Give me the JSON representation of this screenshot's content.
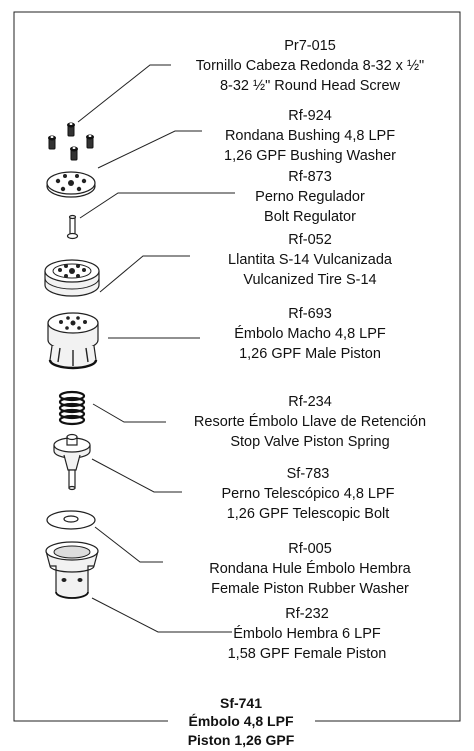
{
  "parts": [
    {
      "code": "Pr7-015",
      "es": "Tornillo Cabeza Redonda 8-32 x ½\"",
      "en": "8-32 ½\" Round Head Screw",
      "icon": "round-head-screw-icon"
    },
    {
      "code": "Rf-924",
      "es": "Rondana Bushing 4,8 LPF",
      "en": "1,26 GPF Bushing Washer",
      "icon": "bushing-washer-icon"
    },
    {
      "code": "Rf-873",
      "es": "Perno Regulador",
      "en": "Bolt Regulator",
      "icon": "bolt-regulator-icon"
    },
    {
      "code": "Rf-052",
      "es": "Llantita S-14 Vulcanizada",
      "en": "Vulcanized Tire S-14",
      "icon": "vulcanized-tire-icon"
    },
    {
      "code": "Rf-693",
      "es": "Émbolo Macho 4,8 LPF",
      "en": "1,26 GPF Male Piston",
      "icon": "male-piston-icon"
    },
    {
      "code": "Rf-234",
      "es": "Resorte Émbolo Llave de Retención",
      "en": "Stop Valve Piston Spring",
      "icon": "piston-spring-icon"
    },
    {
      "code": "Sf-783",
      "es": "Perno Telescópico 4,8 LPF",
      "en": "1,26 GPF Telescopic Bolt",
      "icon": "telescopic-bolt-icon"
    },
    {
      "code": "Rf-005",
      "es": "Rondana Hule Émbolo Hembra",
      "en": "Female Piston Rubber Washer",
      "icon": "rubber-washer-icon"
    },
    {
      "code": "Rf-232",
      "es": "Émbolo Hembra 6 LPF",
      "en": "1,58 GPF Female Piston",
      "icon": "female-piston-icon"
    }
  ],
  "assembly": {
    "code": "Sf-741",
    "line1": "Émbolo 4,8 LPF",
    "line2": "Piston 1,26 GPF"
  }
}
